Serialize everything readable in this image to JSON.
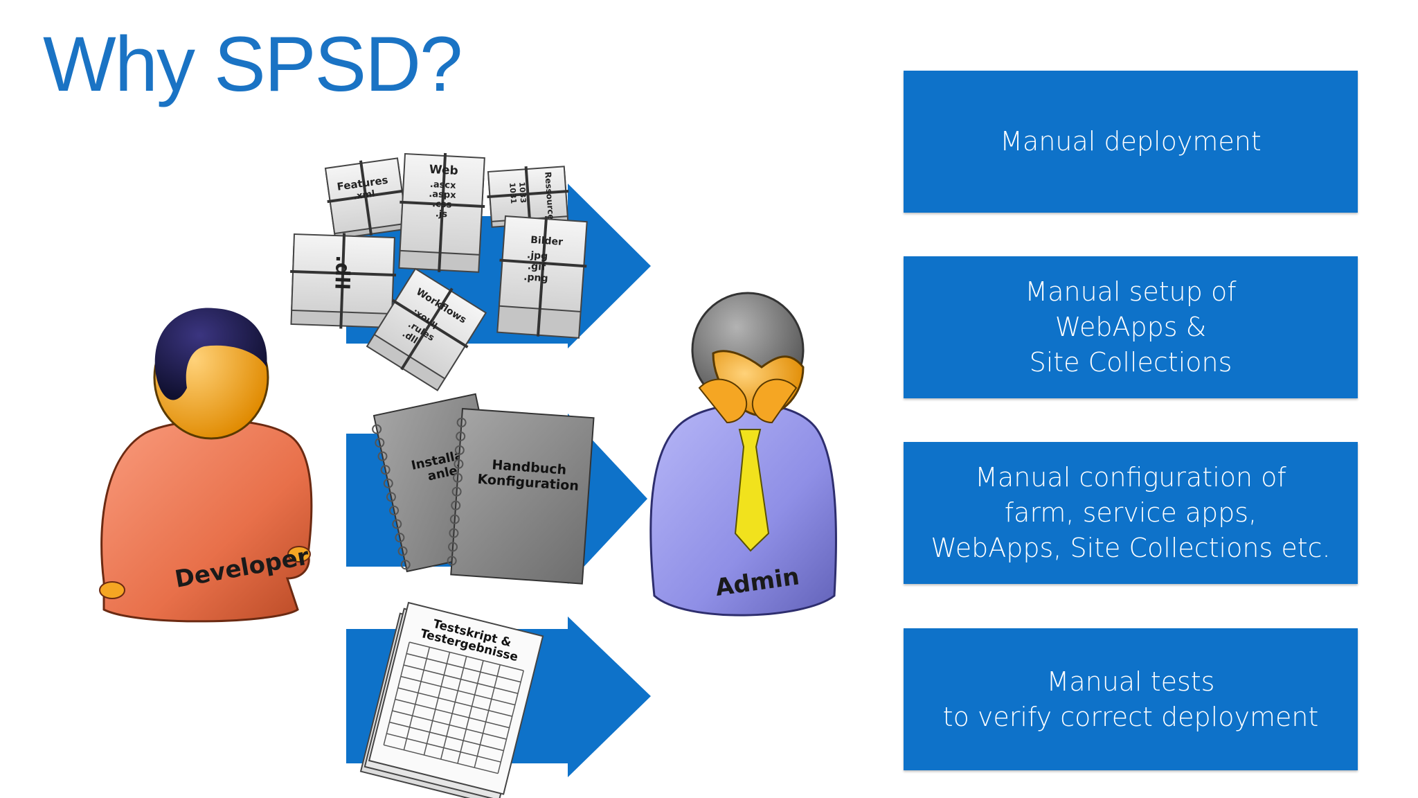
{
  "slide": {
    "title": "Why SPSD?"
  },
  "illustration": {
    "developer_label": "Developer",
    "admin_label": "Admin",
    "bundles": {
      "features": {
        "title": "Features",
        "ext": ".xml"
      },
      "web": {
        "title": "Web",
        "lines": [
          ".ascx",
          ".aspx",
          ".css",
          ".js"
        ]
      },
      "resources": {
        "title": "Ressourcen",
        "lines": [
          "1033",
          "1031"
        ]
      },
      "dll": {
        "title": ".dll"
      },
      "bilder": {
        "title": "Bilder",
        "lines": [
          ".jpg",
          ".gif",
          ".png"
        ]
      },
      "workflows": {
        "title": "Workflows",
        "lines": [
          ".xoml",
          ".rules",
          ".dll"
        ]
      }
    },
    "manuals": {
      "install": [
        "Installati",
        "anleit"
      ],
      "handbuch": [
        "Handbuch",
        "Konfiguration"
      ]
    },
    "testsheet": [
      "Testskript &",
      "Testergebnisse"
    ]
  },
  "boxes": [
    {
      "text": "Manual deployment"
    },
    {
      "text": "Manual setup of\nWebApps &\nSite Collections"
    },
    {
      "text": "Manual configuration of\nfarm, service apps,\nWebApps, Site Collections etc."
    },
    {
      "text": "Manual tests\nto verify correct deployment"
    }
  ],
  "colors": {
    "accent": "#0e72c9",
    "title": "#1a73c4",
    "developer_body": "#e8704a",
    "admin_body": "#8f8fe6",
    "head": "#f5a623"
  }
}
